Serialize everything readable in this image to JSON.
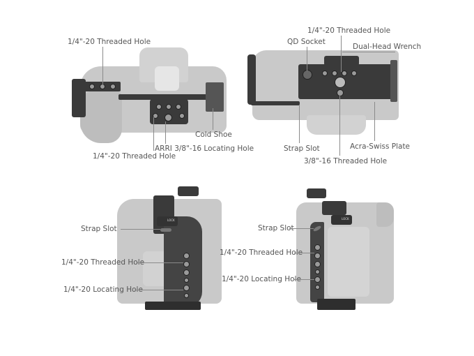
{
  "panels": {
    "top_view": {
      "labels": [
        "1/4\"-20 Threaded Hole",
        "Cold Shoe",
        "ARRI 3/8\"-16 Locating Hole",
        "1/4\"-20 Threaded Hole"
      ]
    },
    "bottom_view": {
      "labels": [
        "QD Socket",
        "1/4\"-20 Threaded Hole",
        "Dual-Head Wrench",
        "Strap Slot",
        "Acra-Swiss Plate",
        "3/8\"-16 Threaded Hole"
      ]
    },
    "left_view": {
      "labels": [
        "Strap Slot",
        "1/4\"-20 Threaded Hole",
        "1/4\"-20 Locating Hole"
      ],
      "lock_text": "LOCK"
    },
    "right_view": {
      "labels": [
        "Strap Slot",
        "1/4\"-20 Threaded Hole",
        "1/4\"-20 Locating Hole"
      ],
      "lock_text": "LOCK"
    }
  },
  "colors": {
    "label_text": "#555555",
    "leader_line": "#8a8a8a",
    "camera_body": "#c9c9c9",
    "cage_metal": "#3a3a3a"
  }
}
